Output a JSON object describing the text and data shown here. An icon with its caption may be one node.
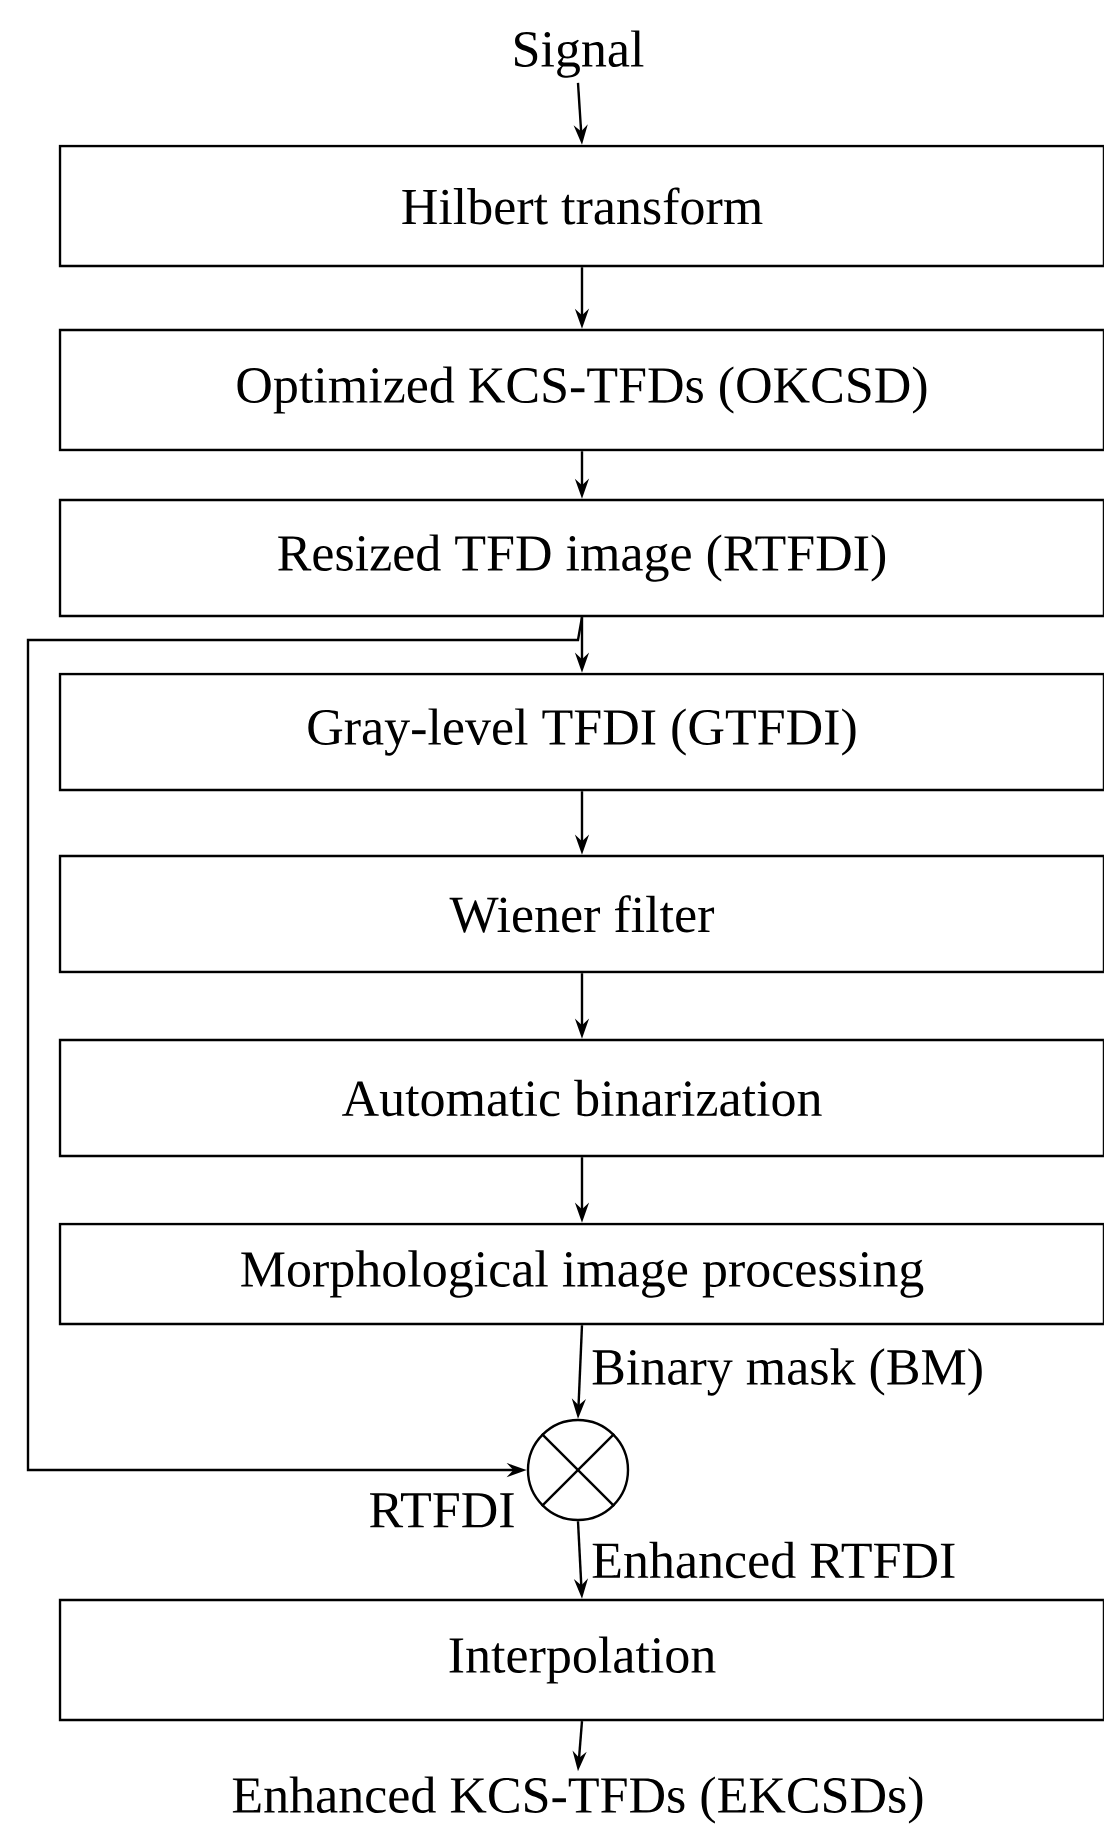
{
  "diagram": {
    "nodes": [
      {
        "text": [
          "Signal"
        ]
      },
      {
        "text": [
          "Hilbert transform"
        ]
      },
      {
        "text": [
          "Optimized KCS-TFDs (OKCSD)"
        ]
      },
      {
        "text": [
          "Resized TFD image (RTFDI)"
        ]
      },
      {
        "text": [
          "Gray-level TFDI (GTFDI)"
        ]
      },
      {
        "text": [
          "Wiener filter"
        ]
      },
      {
        "text": [
          "Automatic binarization"
        ]
      },
      {
        "text": [
          "Morphological image processing"
        ]
      },
      {
        "text": [],
        "shape": "circle"
      },
      {
        "text": [
          "Interpolation"
        ]
      },
      {
        "text": [
          "Enhanced KCS-TFDs (EKCSDs)"
        ]
      }
    ],
    "edges": [
      {
        "from": 0,
        "to": 1,
        "arrow": "to"
      },
      {
        "from": 1,
        "to": 2,
        "arrow": "to"
      },
      {
        "from": 2,
        "to": 3,
        "arrow": "to"
      },
      {
        "from": 3,
        "to": 4,
        "arrow": "to"
      },
      {
        "from": 4,
        "to": 5,
        "arrow": "to"
      },
      {
        "from": 5,
        "to": 6,
        "arrow": "to"
      },
      {
        "from": 6,
        "to": 7,
        "arrow": "to"
      },
      {
        "from": 7,
        "to": 8,
        "arrow": "to",
        "label": "Binary mask (BM)"
      },
      {
        "from": 3,
        "to": 8,
        "arrow": "to",
        "label": "RTFDI"
      },
      {
        "from": 8,
        "to": 9,
        "arrow": "to",
        "label": "Enhanced RTFDI"
      },
      {
        "from": 9,
        "to": 10,
        "arrow": "to"
      }
    ]
  }
}
